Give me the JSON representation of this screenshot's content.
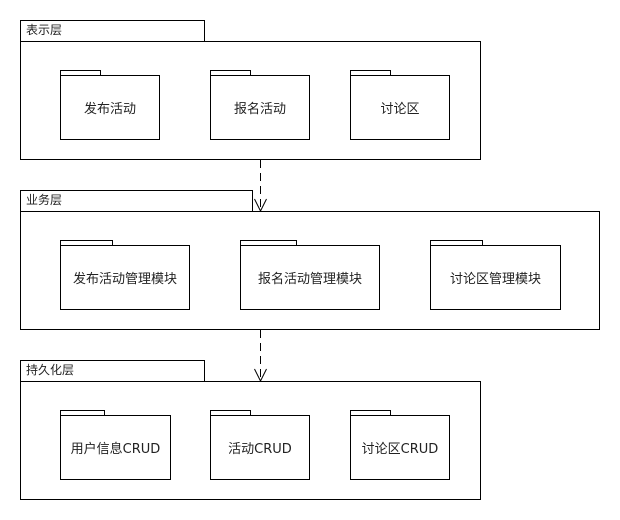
{
  "layers": [
    {
      "label": "表示层",
      "modules": [
        "发布活动",
        "报名活动",
        "讨论区"
      ]
    },
    {
      "label": "业务层",
      "modules": [
        "发布活动管理模块",
        "报名活动管理模块",
        "讨论区管理模块"
      ]
    },
    {
      "label": "持久化层",
      "modules": [
        "用户信息CRUD",
        "活动CRUD",
        "讨论区CRUD"
      ]
    }
  ]
}
